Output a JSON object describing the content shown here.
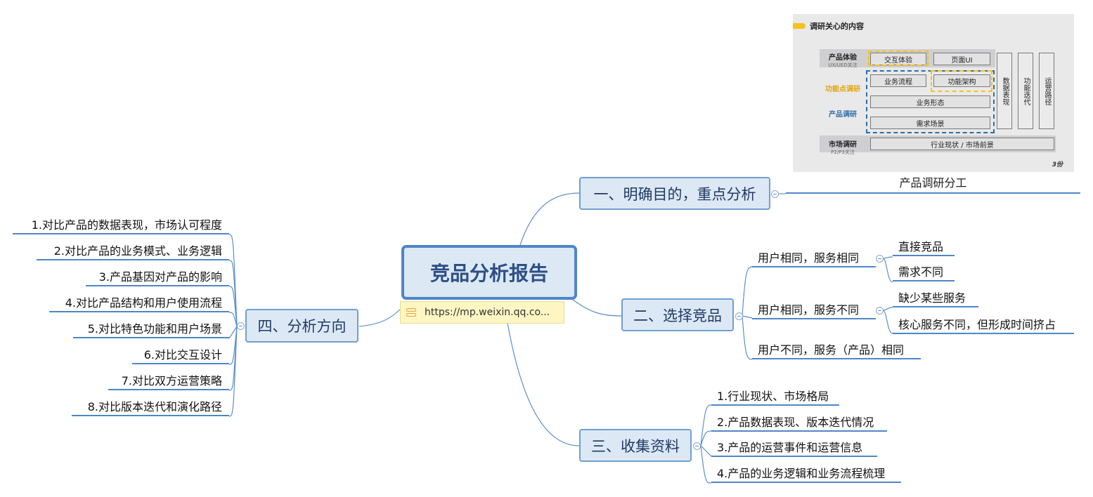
{
  "root": {
    "title": "竞品分析报告",
    "link": "https://mp.weixin.qq.co..."
  },
  "branches": {
    "b1": {
      "label": "一、明确目的，重点分析",
      "caption": "产品调研分工"
    },
    "b2": {
      "label": "二、选择竞品",
      "subs": [
        {
          "label": "用户相同，服务相同",
          "children": [
            "直接竞品",
            "需求不同"
          ]
        },
        {
          "label": "用户相同，服务不同",
          "children": [
            "缺少某些服务",
            "核心服务不同，但形成时间挤占"
          ]
        },
        {
          "label": "用户不同，服务（产品）相同"
        }
      ]
    },
    "b3": {
      "label": "三、收集资料",
      "items": [
        "1.行业现状、市场格局",
        "2.产品数据表现、版本迭代情况",
        "3.产品的运营事件和运营信息",
        "4.产品的业务逻辑和业务流程梳理"
      ]
    },
    "b4": {
      "label": "四、分析方向",
      "items": [
        "1.对比产品的数据表现，市场认可程度",
        "2.对比产品的业务模式、业务逻辑",
        "3.产品基因对产品的影响",
        "4.对比产品结构和用户使用流程",
        "5.对比特色功能和用户场景",
        "6.对比交互设计",
        "7.对比双方运营策略",
        "8.对比版本迭代和演化路径"
      ]
    }
  },
  "image": {
    "title": "调研关心的内容",
    "row_labels": {
      "ux": "产品体验",
      "ux_sub": "UX/UED关注",
      "feature": "功能点调研",
      "product": "产品调研",
      "market": "市场调研",
      "market_sub": "P2/P3关注"
    },
    "cells": {
      "interaction": "交互体验",
      "ui": "页面UI",
      "flow": "业务流程",
      "arch": "功能架构",
      "form": "业务形态",
      "scene": "需求场景",
      "market": "行业现状 / 市场前景"
    },
    "vertical": [
      "数据表现",
      "功能迭代",
      "运营路径"
    ],
    "logo": "3份"
  },
  "colors": {
    "accent": "#4e86c9",
    "node_fill": "#dde8f5",
    "link_fill": "#fdf6c3",
    "image_yellow": "#f6c21b",
    "image_blue": "#2a6fa8"
  }
}
